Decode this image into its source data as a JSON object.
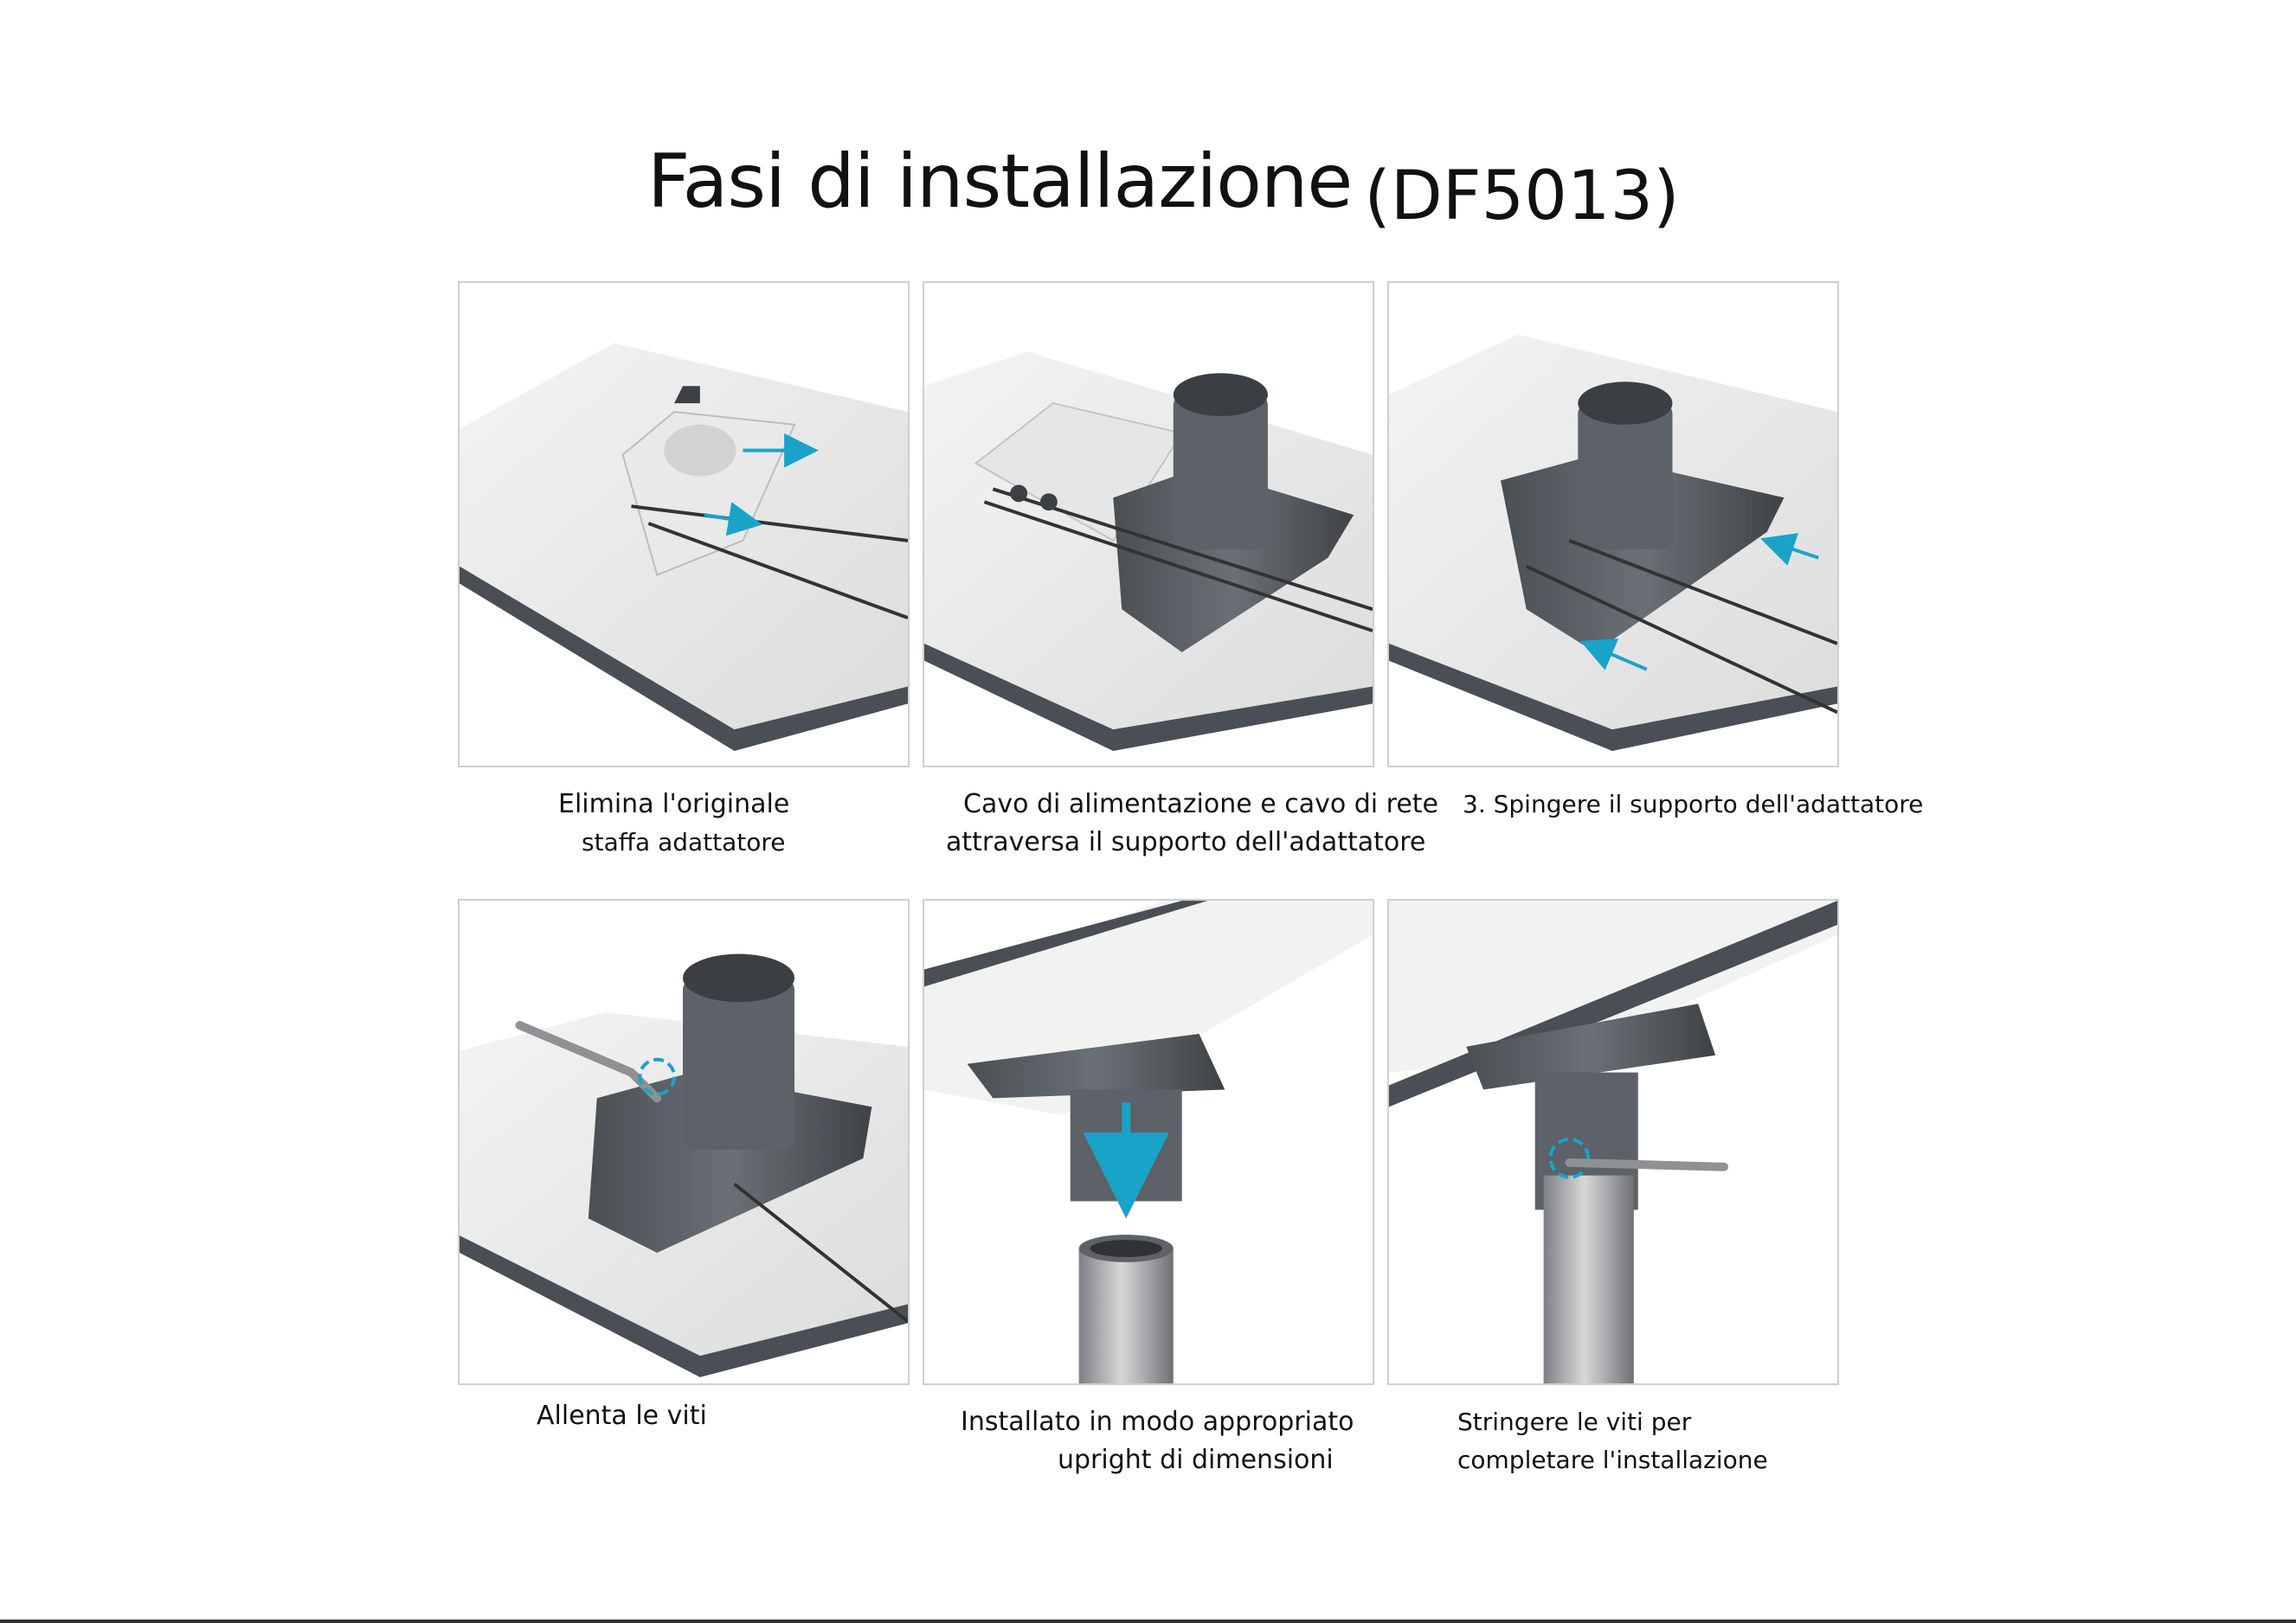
{
  "title": {
    "main": "Fasi di installazione",
    "model": "(DF5013)"
  },
  "steps": [
    {
      "line1": "Elimina l'originale",
      "line2": "staffa adattatore"
    },
    {
      "line1": "Cavo di alimentazione e cavo di rete",
      "line2": "attraversa il supporto dell'adattatore"
    },
    {
      "line1": "3. Spingere il supporto dell'adattatore",
      "line2": ""
    },
    {
      "line1": "Allenta le viti",
      "line2": ""
    },
    {
      "line1": "Installato in modo appropriato",
      "line2": "upright di dimensioni"
    },
    {
      "line1": "Stringere le viti per",
      "line2": "completare l'installazione"
    }
  ],
  "colors": {
    "accent_arrow": "#1aa3c9",
    "bracket": "#555b60",
    "plate_edge": "#4a4f55",
    "pole": "#a9abad"
  }
}
